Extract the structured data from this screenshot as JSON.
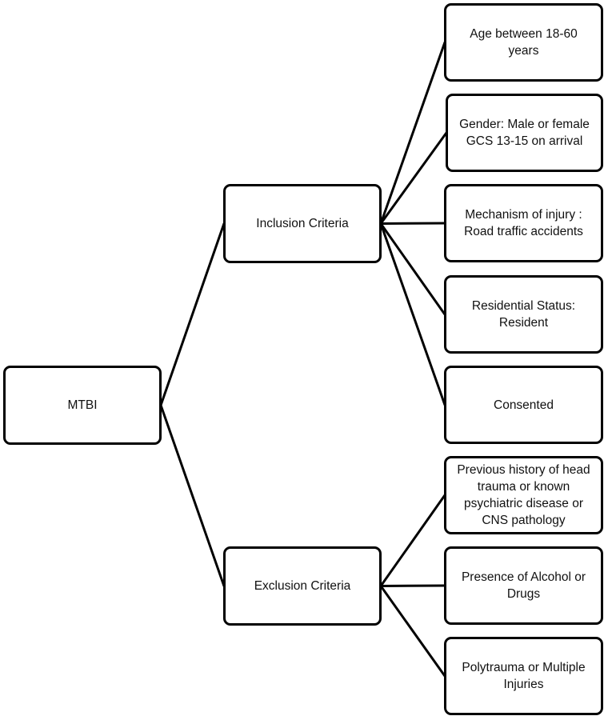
{
  "root": {
    "label": "MTBI"
  },
  "branches": [
    {
      "label": "Inclusion Criteria",
      "children": [
        "Age between 18-60\nyears",
        "Gender: Male or female\nGCS 13-15 on arrival",
        "Mechanism of injury :\nRoad traffic accidents",
        "Residential Status:\nResident",
        "Consented"
      ]
    },
    {
      "label": "Exclusion Criteria",
      "children": [
        "Previous history of head\ntrauma or known\npsychiatric disease or\nCNS pathology",
        "Presence of Alcohol or\nDrugs",
        "Polytrauma or Multiple\nInjuries"
      ]
    }
  ]
}
